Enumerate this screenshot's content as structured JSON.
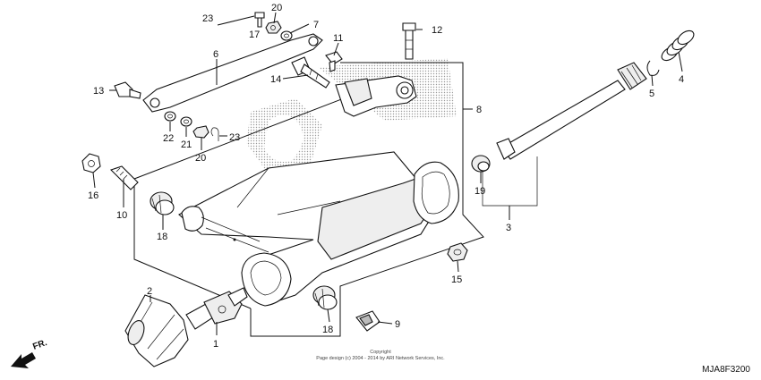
{
  "diagram": {
    "callouts": [
      "1",
      "2",
      "3",
      "4",
      "5",
      "6",
      "7",
      "8",
      "9",
      "10",
      "11",
      "12",
      "13",
      "14",
      "15",
      "16",
      "17",
      "18",
      "18b",
      "19",
      "20",
      "20b",
      "21",
      "22",
      "23",
      "23b"
    ],
    "labels": {
      "1": "1",
      "2": "2",
      "3": "3",
      "4": "4",
      "5": "5",
      "6": "6",
      "7": "7",
      "8": "8",
      "9": "9",
      "10": "10",
      "11": "11",
      "12": "12",
      "13": "13",
      "14": "14",
      "15": "15",
      "16": "16",
      "17": "17",
      "18": "18",
      "18b": "18",
      "19": "19",
      "20": "20",
      "20b": "20",
      "21": "21",
      "22": "22",
      "23": "23",
      "23b": "23"
    },
    "copyright_line1": "Copyright",
    "copyright_line2": "Page design (c) 2004 - 2014 by ARI Network Services, Inc.",
    "diagram_code": "MJA8F3200",
    "direction_label": "FR."
  }
}
